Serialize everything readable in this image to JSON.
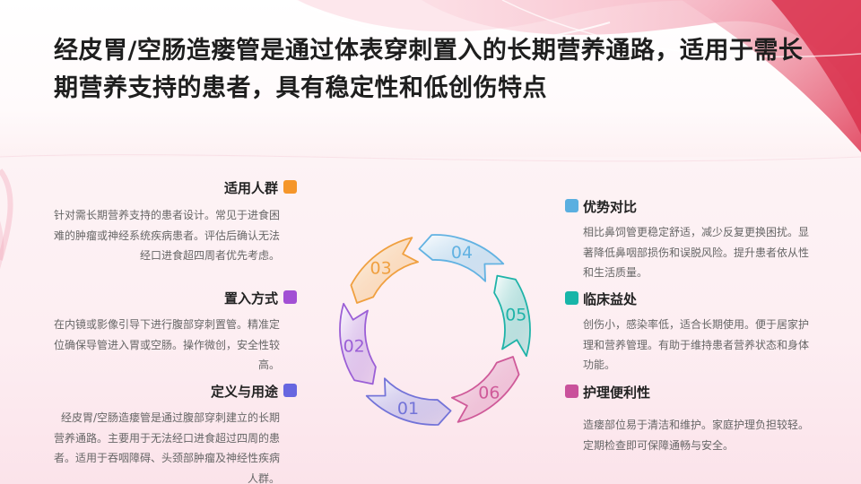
{
  "title": "经皮胃/空肠造瘘管是通过体表穿刺置入的长期营养通路，适用于需长期营养支持的患者，具有稳定性和低创伤特点",
  "left_items": [
    {
      "heading": "适用人群",
      "body": "针对需长期营养支持的患者设计。常见于进食困难的肿瘤或神经系统疾病患者。评估后确认无法经口进食超四周者优先考虑。",
      "color": "#f5962a"
    },
    {
      "heading": "置入方式",
      "body": "在内镜或影像引导下进行腹部穿刺置管。精准定位确保导管进入胃或空肠。操作微创，安全性较高。",
      "color": "#a24fd4"
    },
    {
      "heading": "定义与用途",
      "body": "经皮胃/空肠造瘘管是通过腹部穿刺建立的长期营养通路。主要用于无法经口进食超过四周的患者。适用于吞咽障碍、头颈部肿瘤及神经性疾病人群。",
      "color": "#6666e0"
    }
  ],
  "right_items": [
    {
      "heading": "优势对比",
      "body": "相比鼻饲管更稳定舒适，减少反复更换困扰。显著降低鼻咽部损伤和误脱风险。提升患者依从性和生活质量。",
      "color": "#5aafe0"
    },
    {
      "heading": "临床益处",
      "body": "创伤小，感染率低，适合长期使用。便于居家护理和营养管理。有助于维持患者营养状态和身体功能。",
      "color": "#17b5a8"
    },
    {
      "heading": "护理便利性",
      "body": "造瘘部位易于清洁和维护。家庭护理负担较轻。定期检查即可保障通畅与安全。",
      "color": "#c9519b"
    }
  ],
  "cycle": {
    "segments": [
      {
        "label": "01",
        "color": "#7373d8"
      },
      {
        "label": "02",
        "color": "#9b5fd6"
      },
      {
        "label": "03",
        "color": "#f0a040"
      },
      {
        "label": "04",
        "color": "#62b2e2"
      },
      {
        "label": "05",
        "color": "#1fb3a8"
      },
      {
        "label": "06",
        "color": "#cf5a99"
      }
    ]
  }
}
